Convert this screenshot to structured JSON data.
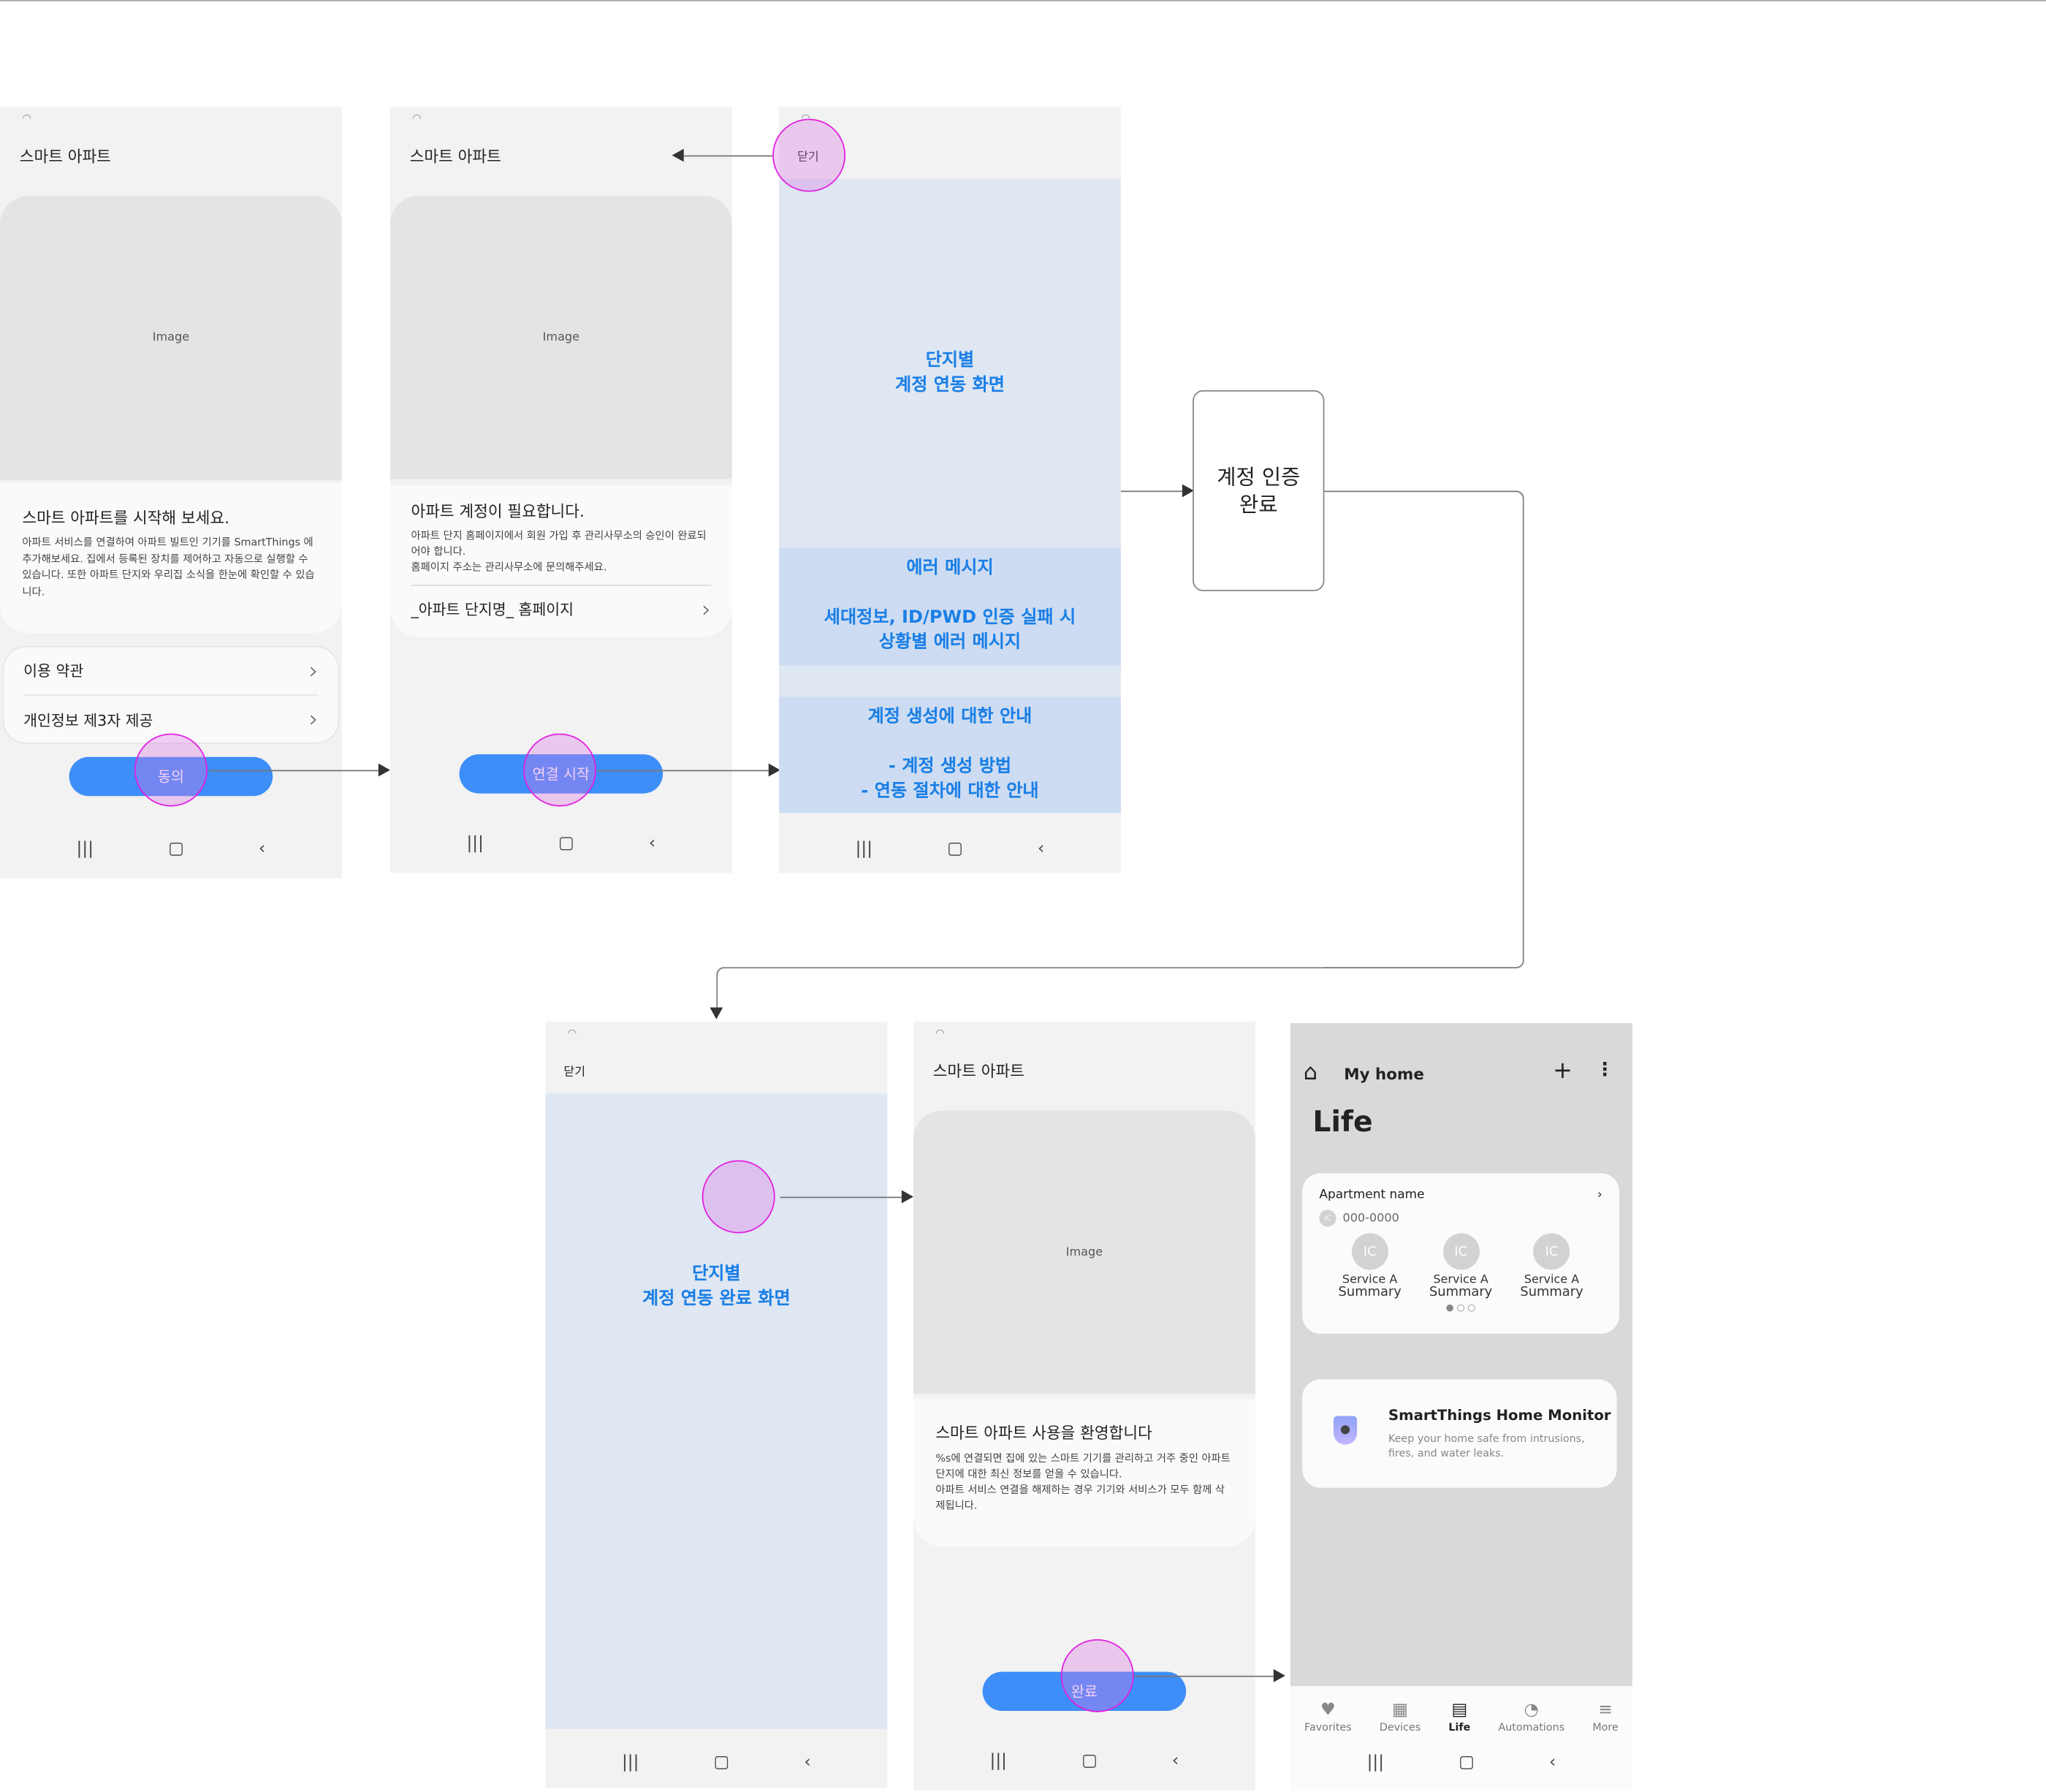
{
  "s1": {
    "wifi": "wifi-icon",
    "title": "스마트 아파트",
    "image": "Image",
    "heading": "스마트 아파트를 시작해 보세요.",
    "body": "아파트 서비스를 연결하여 아파트 빌트인 기기를 SmartThings 에 추가해보세요. 집에서 등록된 장치를 제어하고 자동으로 실행할 수 있습니다. 또한 아파트 단지와 우리집 소식을 한눈에 확인할 수 있습니다.",
    "items": [
      "이용 약관",
      "개인정보 제3자 제공"
    ],
    "button": "동의"
  },
  "s2": {
    "title": "스마트 아파트",
    "image": "Image",
    "heading": "아파트 계정이 필요합니다.",
    "body1": "아파트 단지 홈페이지에서 회원 가입 후 관리사무소의 승인이 완료되어야 합니다.",
    "body2": "홈페이지 주소는 관리사무소에 문의해주세요.",
    "link": "_아파트 단지명_ 홈페이지",
    "button": "연결 시작"
  },
  "s3": {
    "close": "닫기",
    "main1": "단지별",
    "main2": "계정 연동 화면",
    "err_title": "에러 메시지",
    "err1": "세대정보, ID/PWD 인증 실패 시",
    "err2": "상황별 에러 메시지",
    "guide_title": "계정 생성에 대한  안내",
    "guide1": "- 계정 생성 방법",
    "guide2": "- 연동 절차에 대한 안내"
  },
  "auth_box": {
    "line1": "계정 인증",
    "line2": "완료"
  },
  "s4": {
    "close": "닫기",
    "main1": "단지별",
    "main2": "계정 연동 완료 화면"
  },
  "s5": {
    "title": "스마트 아파트",
    "image": "Image",
    "heading": "스마트 아파트 사용을 환영합니다",
    "body1": "%s에 연결되면 집에 있는 스마트 기기를 관리하고 거주 중인 아파트 단지에 대한 최신 정보를 얻을 수 있습니다.",
    "body2": "아파트 서비스 연결을 해제하는 경우 기기와 서비스가 모두 함께 삭제됩니다.",
    "button": "완료"
  },
  "s6": {
    "home": "My home",
    "page": "Life",
    "apt": "Apartment name",
    "ic": "IC",
    "phone": "000-0000",
    "services": [
      {
        "ic": "IC",
        "l1": "Service A",
        "l2": "Summary"
      },
      {
        "ic": "IC",
        "l1": "Service A",
        "l2": "Summary"
      },
      {
        "ic": "IC",
        "l1": "Service A",
        "l2": "Summary"
      }
    ],
    "monitor_title": "SmartThings Home Monitor",
    "monitor_desc": "Keep your home safe from intrusions, fires, and water leaks.",
    "tabs": [
      "Favorites",
      "Devices",
      "Life",
      "Automations",
      "More"
    ],
    "active_tab": "Life"
  },
  "nav": {
    "recent": "|||",
    "home": "▢",
    "back": "‹"
  },
  "colors": {
    "accent": "#3d8ef8",
    "highlight": "#e020e0",
    "label_blue": "#1b7fe6"
  }
}
